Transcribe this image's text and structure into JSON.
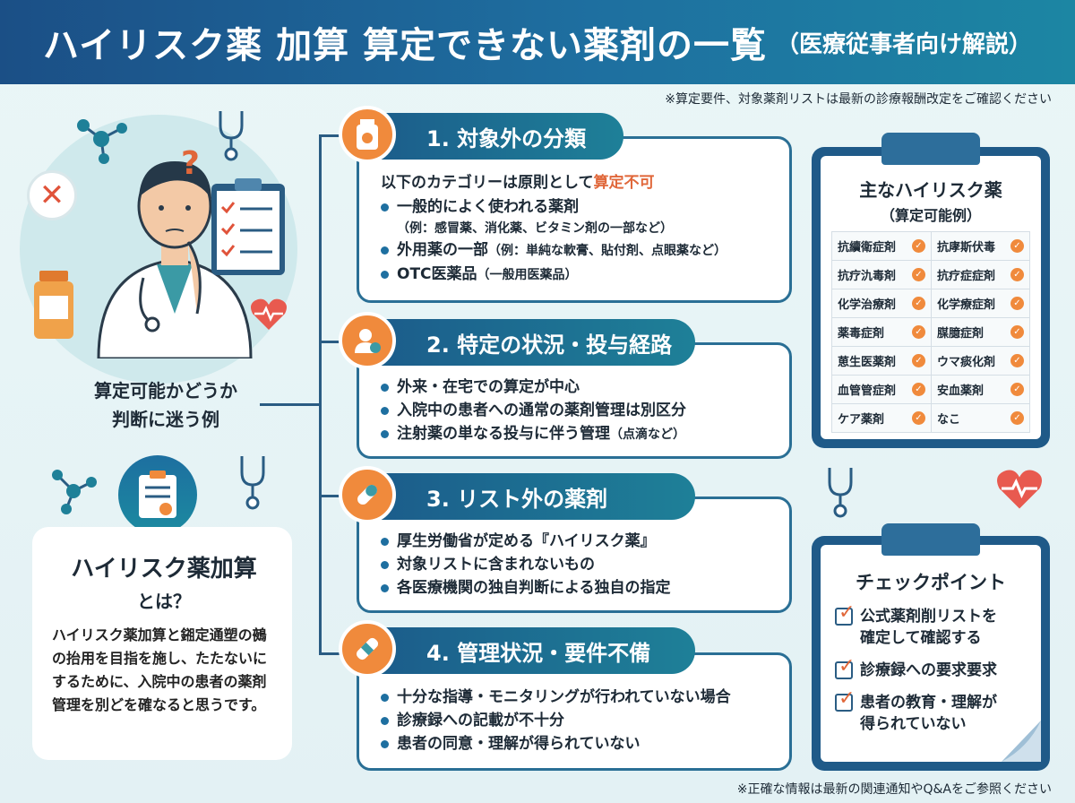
{
  "header": {
    "title": "ハイリスク薬 加算 算定できない薬剤の一覧",
    "subtitle": "（医療従事者向け解説）"
  },
  "notes": {
    "top": "※算定要件、対象薬剤リストは最新の診療報酬改定をご確認ください",
    "bottom": "※正確な情報は最新の関連通知やQ&Aをご参照ください"
  },
  "left": {
    "question_line1": "算定可能かどうか",
    "question_line2": "判断に迷う例",
    "definition": {
      "title": "ハイリスク薬加算",
      "title2": "とは？",
      "body": "ハイリスク薬加算と鎺定通塑の鵺の抬用を目指を施し、たたないにするために、入院中の患者の薬剤管理を別どを確なると思うです。"
    }
  },
  "sections": [
    {
      "heading": "1. 対象外の分類",
      "lead_prefix": "以下のカテゴリーは原則として",
      "lead_accent": "算定不可",
      "items": [
        {
          "text": "一般的によく使われる薬剤",
          "sub": "（例：感冒薬、消化薬、ビタミン剤の一部など）"
        },
        {
          "text": "外用薬の一部",
          "note": "（例：単純な軟膏、貼付剤、点眼薬など）"
        },
        {
          "text": "OTC医薬品",
          "note": "（一般用医薬品）"
        }
      ]
    },
    {
      "heading": "2. 特定の状況・投与経路",
      "items": [
        {
          "text": "外来・在宅での算定が中心"
        },
        {
          "text": "入院中の患者への通常の薬剤管理は別区分"
        },
        {
          "text": "注射薬の単なる投与に伴う管理",
          "note": "（点滴など）"
        }
      ]
    },
    {
      "heading": "3. リスト外の薬剤",
      "items": [
        {
          "text": "厚生労働省が定める『ハイリスク薬』",
          "sub_bold": "対象リストに含まれないもの"
        },
        {
          "text": "各医療機関の独自判断による独自の指定"
        }
      ]
    },
    {
      "heading": "4. 管理状況・要件不備",
      "items": [
        {
          "text": "十分な指導・モニタリングが行われていない場合"
        },
        {
          "text": "診療録への記載が不十分"
        },
        {
          "text": "患者の同意・理解が得られていない"
        }
      ]
    }
  ],
  "drug_list": {
    "title": "主なハイリスク薬",
    "subtitle": "（算定可能例）",
    "rows": [
      [
        "抗續衛症剤",
        "抗庨斯伏毒"
      ],
      [
        "抗疗氿毒剤",
        "抗疗症症剤"
      ],
      [
        "化学治療剤",
        "化学療症剤"
      ],
      [
        "薬毒症剤",
        "腜臆症剤"
      ],
      [
        "葸生医薬剤",
        "ウマ痰化剤"
      ],
      [
        "血管管症剤",
        "安血薬剤"
      ],
      [
        "ケア薬剤",
        "なこ"
      ]
    ]
  },
  "checkpoints": {
    "title": "チェックポイント",
    "items": [
      {
        "line1": "公式薬剤削リストを",
        "line2": "確定して確認する"
      },
      {
        "line1": "診療録への要求要求",
        "line2": ""
      },
      {
        "line1": "患者の教育・理解が",
        "line2": "得られていない"
      }
    ]
  },
  "colors": {
    "header_blue": "#1b4f86",
    "teal": "#1e8098",
    "accent_orange": "#f08a3c",
    "text_accent": "#e0673a"
  }
}
